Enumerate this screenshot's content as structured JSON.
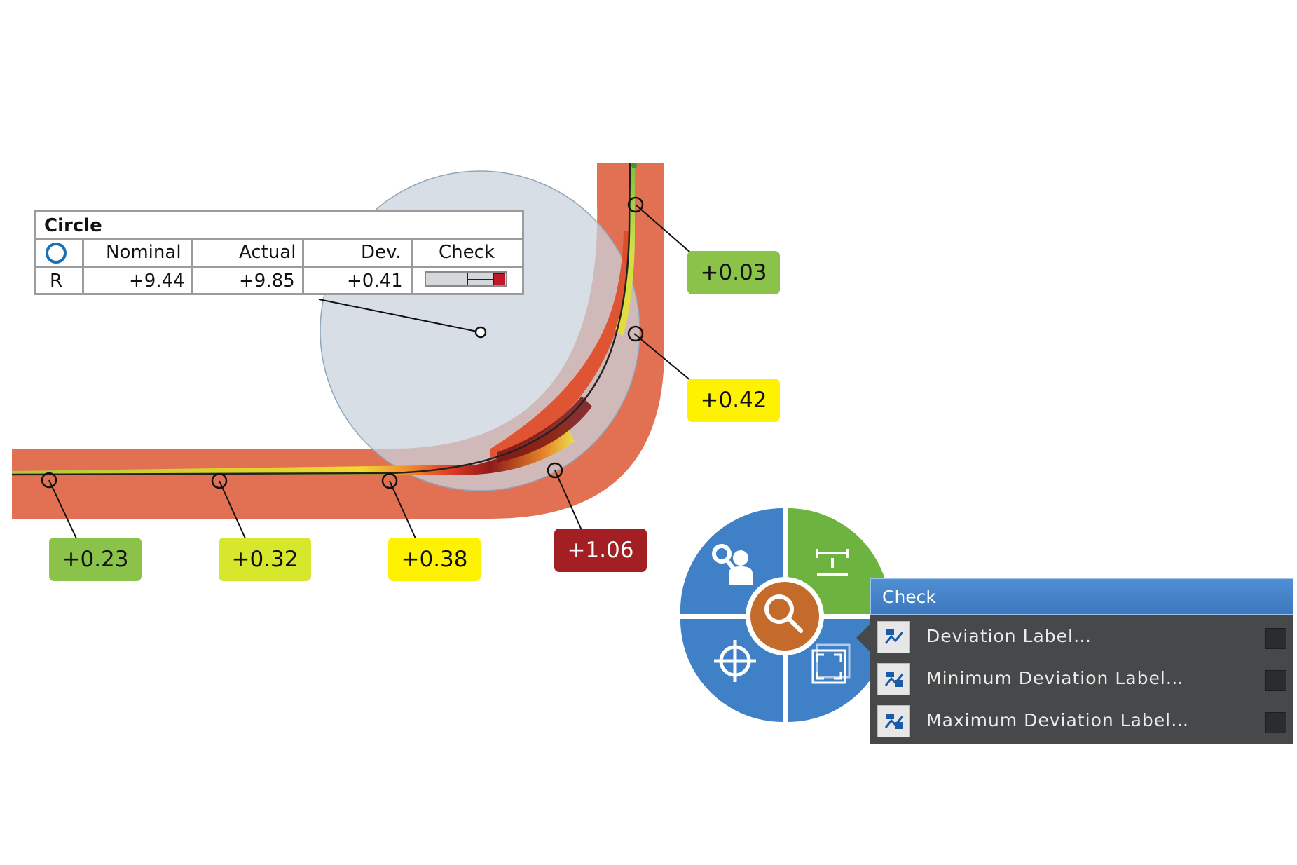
{
  "circle_table": {
    "title": "Circle",
    "headers": [
      "Nominal",
      "Actual",
      "Dev.",
      "Check"
    ],
    "row": {
      "label": "R",
      "nominal": "+9.44",
      "actual": "+9.85",
      "dev": "+0.41"
    }
  },
  "deviation_labels": [
    {
      "id": "top-right",
      "text": "+0.03",
      "color": "#8bc34a"
    },
    {
      "id": "right-mid",
      "text": "+0.42",
      "color": "#fff200"
    },
    {
      "id": "bottom-1",
      "text": "+0.23",
      "color": "#8bc34a"
    },
    {
      "id": "bottom-2",
      "text": "+0.32",
      "color": "#d6e72c"
    },
    {
      "id": "bottom-3",
      "text": "+0.38",
      "color": "#fff200"
    },
    {
      "id": "bottom-4",
      "text": "+1.06",
      "color": "#a31f24"
    }
  ],
  "radial_menu": {
    "segments": [
      {
        "name": "user-settings",
        "icon": "user-gear-icon",
        "color": "#3f80c7"
      },
      {
        "name": "dimension",
        "icon": "dimension-icon",
        "color": "#6db33f"
      },
      {
        "name": "target",
        "icon": "crosshair-icon",
        "color": "#3f80c7"
      },
      {
        "name": "fit-view",
        "icon": "fit-view-icon",
        "color": "#3f80c7"
      }
    ],
    "center_icon": "magnifier-icon",
    "center_color": "#c46a2b"
  },
  "check_menu": {
    "title": "Check",
    "items": [
      {
        "label": "Deviation Label…"
      },
      {
        "label": "Minimum Deviation Label…"
      },
      {
        "label": "Maximum Deviation Label…"
      }
    ]
  },
  "colors": {
    "part_body": "#e27052",
    "circle_fill": "#c9d3dc",
    "menu_bg": "#464849",
    "menu_header": "#4586cc"
  }
}
